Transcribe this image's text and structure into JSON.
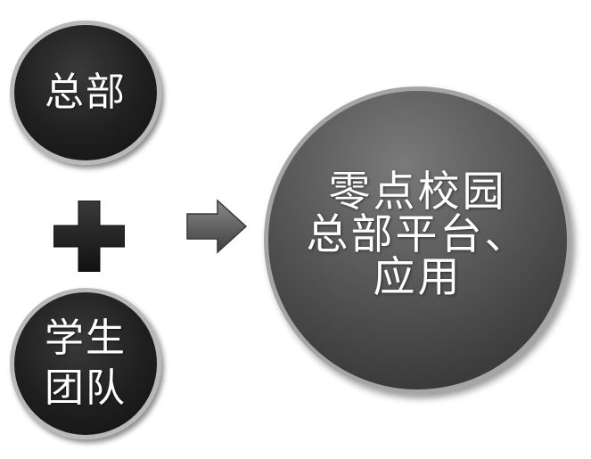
{
  "diagram": {
    "nodes": [
      {
        "id": "hq",
        "label": "总部"
      },
      {
        "id": "team",
        "label_lines": [
          "学生",
          "团队"
        ]
      },
      {
        "id": "result",
        "label_lines": [
          "零点校园",
          "总部平台、",
          "应用"
        ]
      }
    ],
    "operators": {
      "combine": "plus-icon",
      "result": "arrow-right-icon"
    },
    "colors": {
      "node_dark": "#1f1f1f",
      "node_result": "#5a5a5a",
      "node_border": "#b9b9b9",
      "plus": "#1a1a1a",
      "arrow": "#5a5a5a",
      "text": "#ffffff"
    }
  }
}
